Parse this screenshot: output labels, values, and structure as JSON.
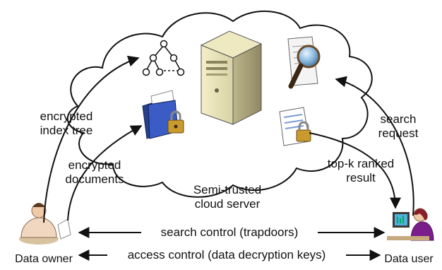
{
  "diagram": {
    "cloud": {
      "line1": "Semi-trusted",
      "line2": "cloud server"
    },
    "labels": {
      "index_tree": {
        "line1": "encrypted",
        "line2": "index tree"
      },
      "documents": {
        "line1": "encrypted",
        "line2": "documents"
      },
      "search_request": {
        "line1": "search",
        "line2": "request"
      },
      "ranked_result": {
        "line1": "top-k ranked",
        "line2": "result"
      },
      "search_control": "search control (trapdoors)",
      "access_control": "access control (data decryption keys)"
    },
    "actors": {
      "owner": "Data owner",
      "user": "Data user"
    }
  }
}
